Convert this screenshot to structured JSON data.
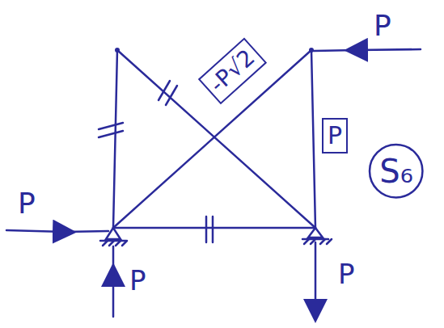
{
  "diagram": {
    "nodes": [
      {
        "text": [
          "-P√2"
        ]
      },
      {
        "text": [
          "P"
        ]
      },
      {
        "text": [
          "S₆"
        ]
      }
    ],
    "labels": [
      "P",
      "P",
      "P",
      "P"
    ]
  }
}
